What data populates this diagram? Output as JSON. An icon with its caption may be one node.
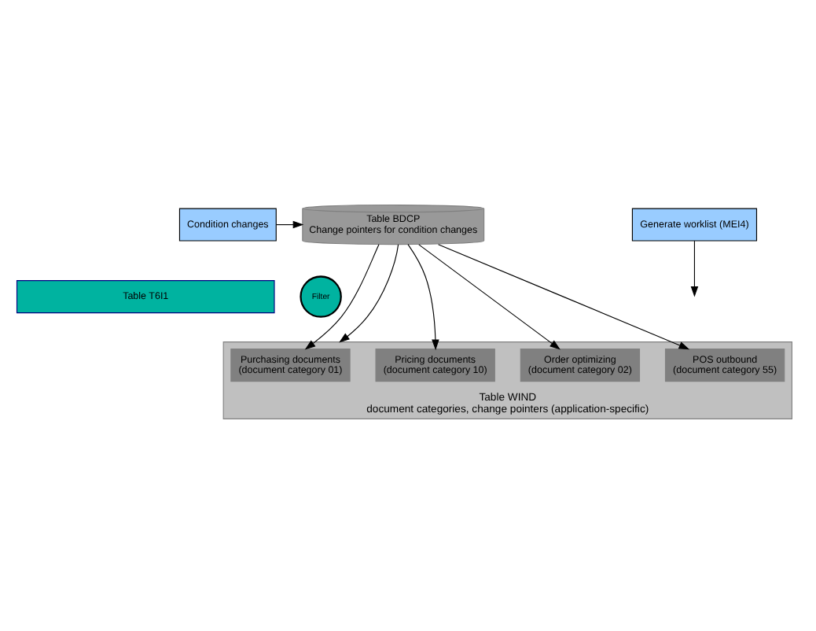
{
  "diagram": {
    "nodes": [
      {
        "text": [
          "Condition changes"
        ]
      },
      {
        "text": [
          "Table BDCP",
          "Change pointers for condition changes"
        ]
      },
      {
        "text": [
          "Generate worklist (MEI4)"
        ]
      },
      {
        "text": [
          "Table T6I1"
        ]
      },
      {
        "text": [
          "Filter"
        ]
      },
      {
        "text": [
          "Table WIND",
          "document categories, change pointers (application-specific)"
        ]
      },
      {
        "text": [
          "Purchasing documents",
          "(document category 01)"
        ],
        "in": 5
      },
      {
        "text": [
          "Pricing documents",
          "(document category 10)"
        ],
        "in": 5
      },
      {
        "text": [
          "Order optimizing",
          "(document category 02)"
        ],
        "in": 5
      },
      {
        "text": [
          "POS outbound",
          "(document category 55)"
        ],
        "in": 5
      }
    ],
    "edges": [
      {
        "from": 0,
        "to": 1,
        "arrow": "to"
      },
      {
        "from": 2,
        "to": null,
        "arrow": "to"
      },
      {
        "from": 1,
        "to": 6,
        "arrow": "to"
      },
      {
        "from": 1,
        "to": 7,
        "arrow": "to"
      },
      {
        "from": 1,
        "to": 5,
        "arrow": "to"
      },
      {
        "from": 1,
        "to": 8,
        "arrow": "to"
      },
      {
        "from": 1,
        "to": 9,
        "arrow": "to"
      }
    ]
  }
}
